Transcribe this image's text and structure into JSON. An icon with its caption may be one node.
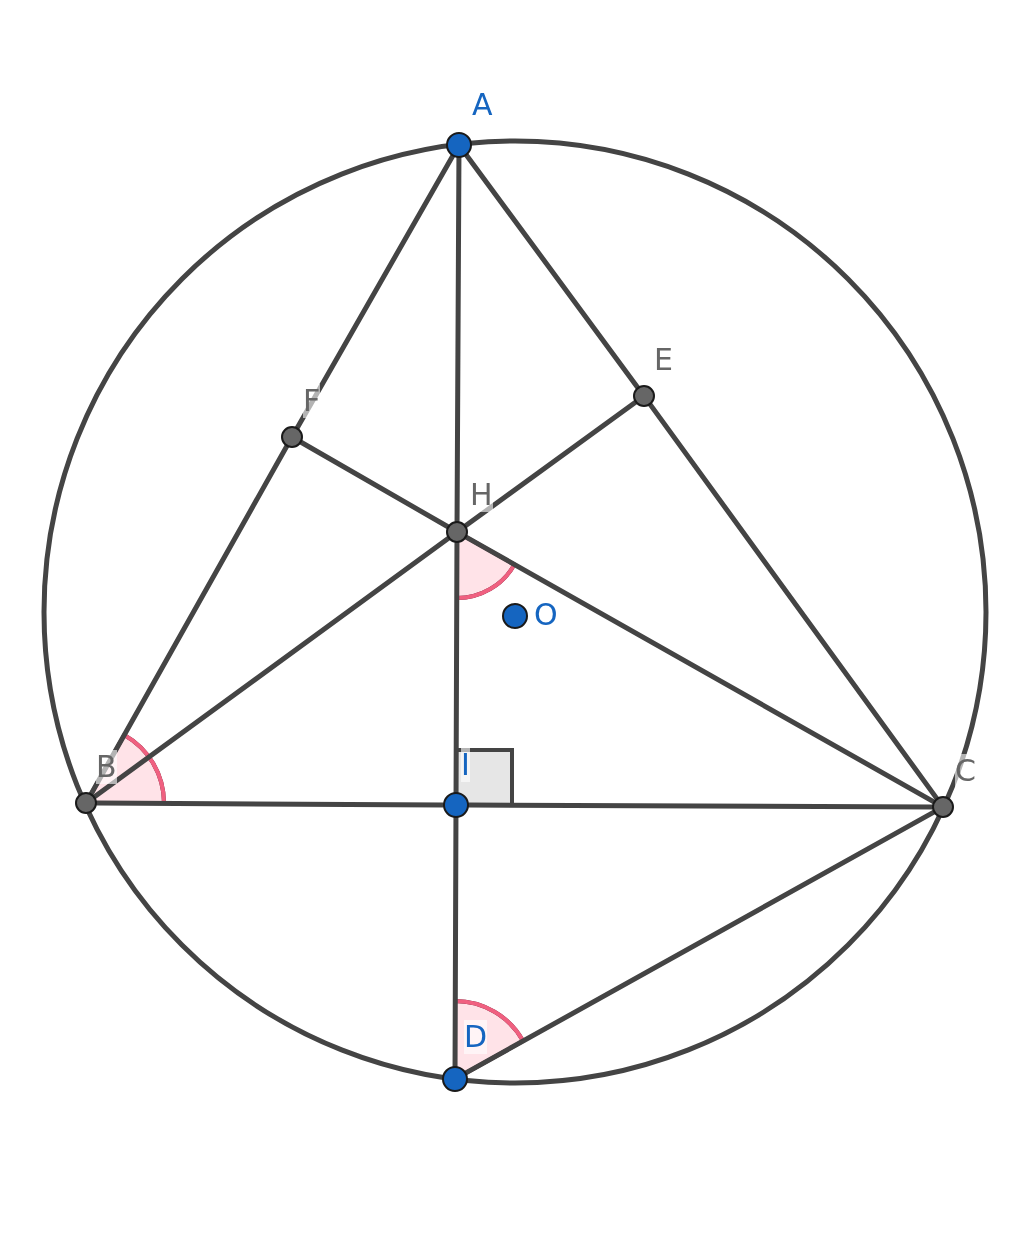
{
  "diagram": {
    "nodes": [
      {
        "text": [
          "A"
        ]
      },
      {
        "text": [
          "F"
        ]
      },
      {
        "text": [
          "E"
        ]
      },
      {
        "text": [
          "H"
        ]
      },
      {
        "text": [
          "O"
        ]
      },
      {
        "text": [
          "B"
        ]
      },
      {
        "text": [
          "I"
        ]
      },
      {
        "text": [
          "C"
        ]
      },
      {
        "text": [
          "D"
        ]
      }
    ],
    "edges": [
      {
        "from": 0,
        "to": 1,
        "arrow": "none"
      },
      {
        "from": 1,
        "to": 5,
        "arrow": "none"
      },
      {
        "from": 0,
        "to": 2,
        "arrow": "none"
      },
      {
        "from": 2,
        "to": 7,
        "arrow": "none"
      },
      {
        "from": 0,
        "to": 3,
        "arrow": "none"
      },
      {
        "from": 3,
        "to": 6,
        "arrow": "none"
      },
      {
        "from": 6,
        "to": 8,
        "arrow": "none"
      },
      {
        "from": 5,
        "to": 6,
        "arrow": "none"
      },
      {
        "from": 6,
        "to": 7,
        "arrow": "none"
      },
      {
        "from": 5,
        "to": 3,
        "arrow": "none"
      },
      {
        "from": 3,
        "to": 2,
        "arrow": "none"
      },
      {
        "from": 7,
        "to": 3,
        "arrow": "none"
      },
      {
        "from": 3,
        "to": 1,
        "arrow": "none"
      },
      {
        "from": 8,
        "to": 7,
        "arrow": "none"
      }
    ]
  }
}
